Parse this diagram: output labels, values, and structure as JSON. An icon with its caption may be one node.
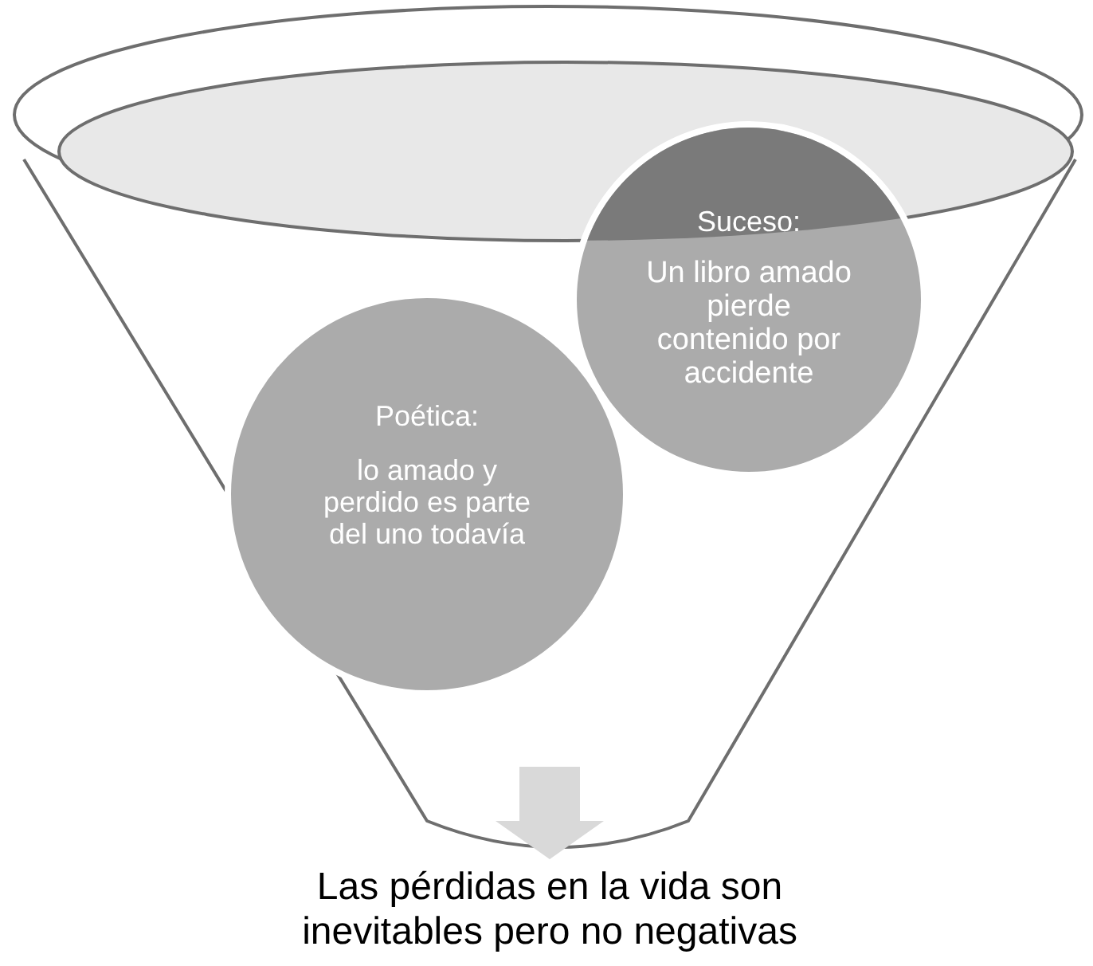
{
  "diagram": {
    "nodes": [
      {
        "text": [
          "Suceso:",
          "Un libro amado pierde contenido por accidente"
        ]
      },
      {
        "text": [
          "Poética:",
          "lo amado y perdido es parte del uno todavía"
        ]
      },
      {
        "text": [
          "Las pérdidas en la vida son inevitables pero no negativas"
        ]
      }
    ],
    "edges": [
      {
        "from": null,
        "to": 2,
        "arrow": "to"
      }
    ]
  }
}
